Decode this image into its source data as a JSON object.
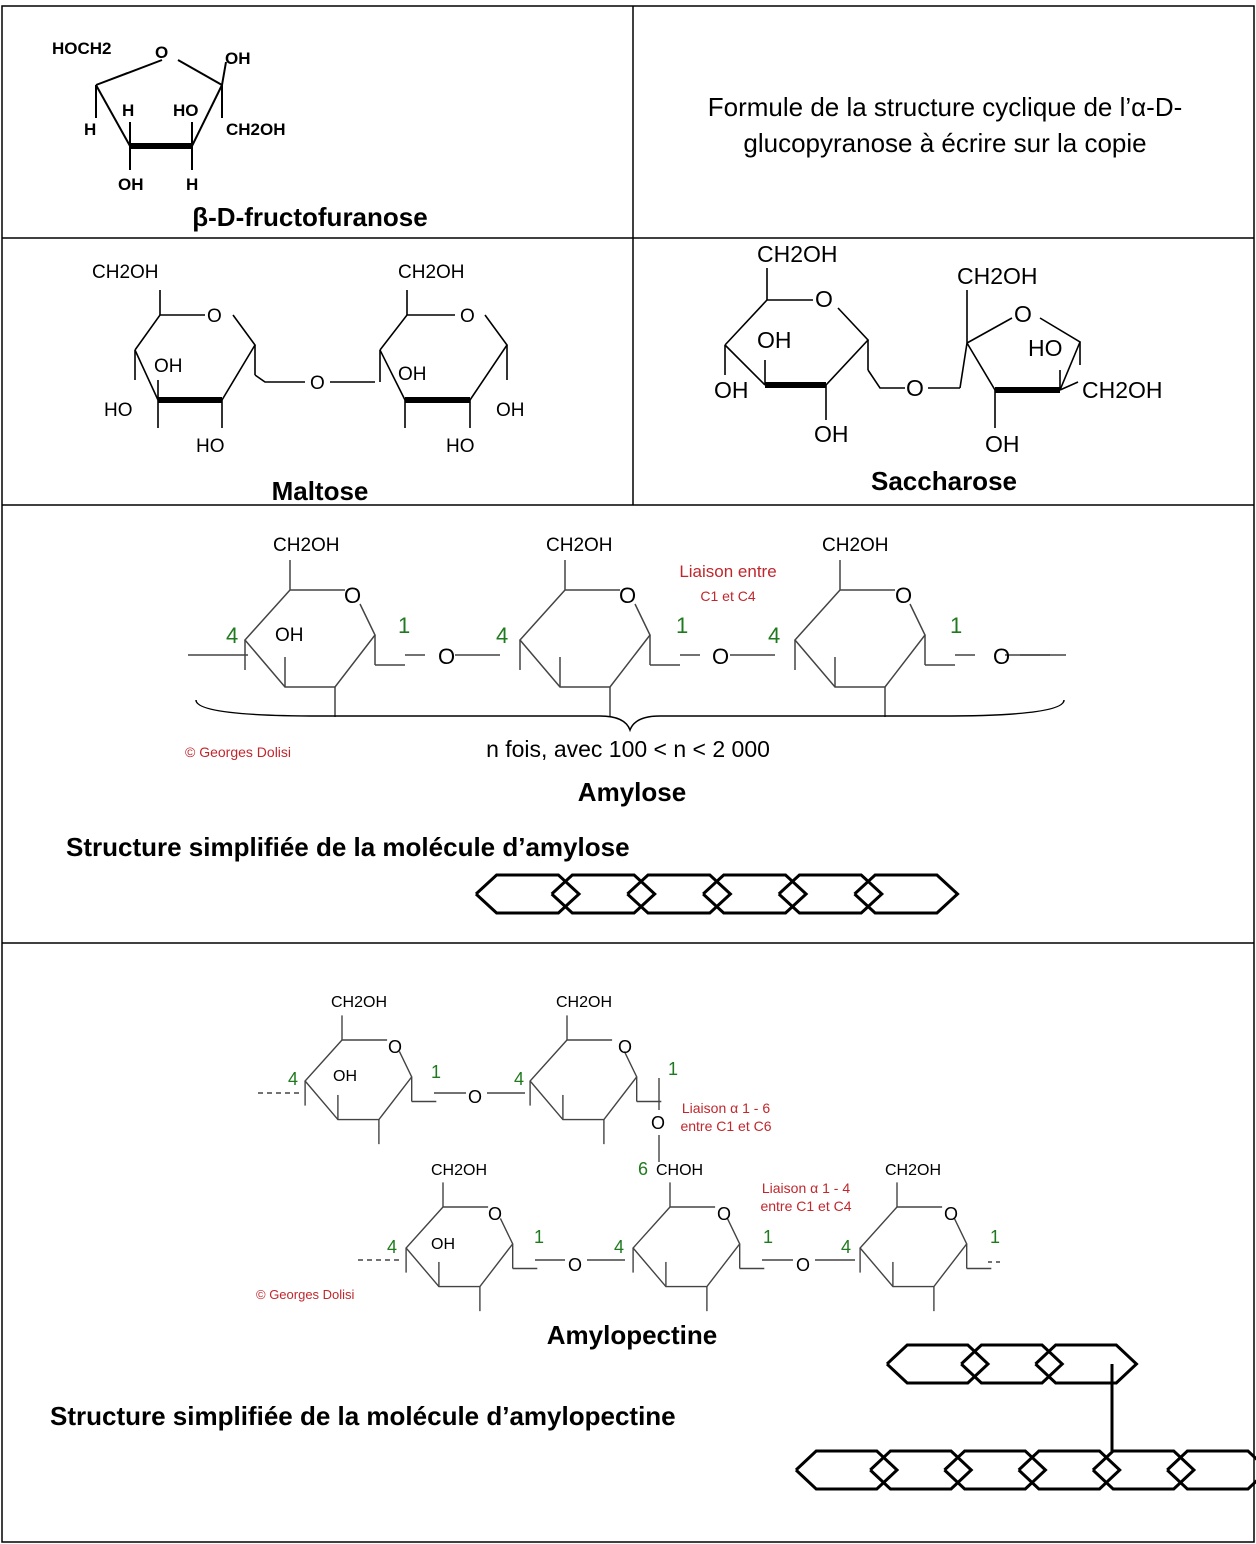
{
  "fructose": {
    "caption": "β-D-fructofuranose",
    "labels": [
      "HOCH2",
      "O",
      "OH",
      "H",
      "H",
      "HO",
      "CH2OH",
      "OH",
      "H"
    ]
  },
  "instruction": {
    "line1": "Formule de la structure cyclique de l’α-D-",
    "line2": "glucopyranose à écrire sur la copie"
  },
  "maltose": {
    "caption": "Maltose",
    "labels": [
      "CH2OH",
      "O",
      "OH",
      "HO",
      "HO",
      "O",
      "CH2OH",
      "O",
      "OH",
      "OH",
      "HO"
    ]
  },
  "saccharose": {
    "caption": "Saccharose",
    "labels": [
      "CH2OH",
      "O",
      "OH",
      "OH",
      "OH",
      "O",
      "CH2OH",
      "O",
      "HO",
      "CH2OH",
      "OH"
    ]
  },
  "amylose": {
    "caption": "Amylose",
    "substituents": [
      "CH2OH",
      "CH2OH",
      "CH2OH"
    ],
    "ring_o": "O",
    "oh": "OH",
    "positions": [
      "4",
      "1",
      "4",
      "1",
      "4",
      "1"
    ],
    "link_note1": "Liaison entre",
    "link_note2": "C1 et C4",
    "repeat_note": "n fois, avec 100 < n < 2 000",
    "copyright": "© Georges Dolisi",
    "simplified_title": "Structure simplifiée de la molécule d’amylose",
    "simplified_units": 6
  },
  "amylopectine": {
    "caption": "Amylopectine",
    "substituents": [
      "CH2OH",
      "CH2OH",
      "CH2OH",
      "CHOH",
      "CH2OH"
    ],
    "positions": [
      "4",
      "1",
      "4",
      "1",
      "6",
      "4",
      "1",
      "4",
      "1",
      "4",
      "1"
    ],
    "note16_line1": "Liaison α 1 - 6",
    "note16_line2": "entre C1 et C6",
    "note14_line1": "Liaison α 1 - 4",
    "note14_line2": "entre C1 et C4",
    "copyright": "© Georges Dolisi",
    "simplified_title": "Structure simplifiée de la molécule d’amylopectine",
    "simplified_top_units": 3,
    "simplified_bottom_units": 6
  },
  "colors": {
    "note": "#c0272d",
    "position": "#1f7a1f",
    "line": "#000000"
  }
}
